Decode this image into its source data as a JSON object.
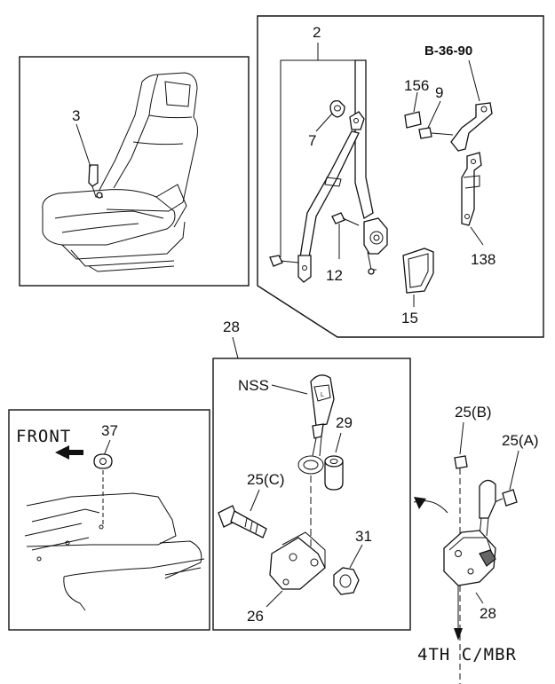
{
  "labels": {
    "seat_part": "3",
    "belt_assembly": "2",
    "ref_page": "B-36-90",
    "clip": "156",
    "bolt_9": "9",
    "bolt_7": "7",
    "bolt_12": "12",
    "bracket_138": "138",
    "cover_15": "15",
    "buckle_assy": "28",
    "buckle_assy_detail": "28",
    "nss": "NSS",
    "part_29": "29",
    "bolt_25c": "25(C)",
    "nut_31": "31",
    "bracket_26": "26",
    "bolt_25b": "25(B)",
    "bolt_25a": "25(A)",
    "front": "FRONT",
    "clip_37": "37",
    "member": "4TH C/MBR"
  }
}
